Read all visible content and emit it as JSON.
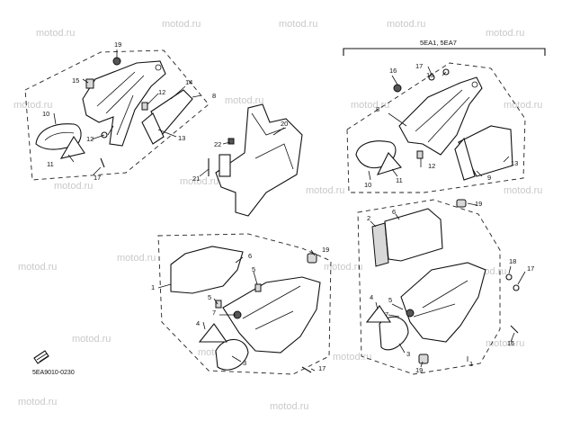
{
  "watermark": "motod.ru",
  "variant_label": "5EA1, 5EA7",
  "figure_code": "5EA9010-0230",
  "callouts": {
    "c19_top": "19",
    "c15": "15",
    "c14": "14",
    "c8_left": "8",
    "c12_a": "12",
    "c10_left": "10",
    "c12_b": "12",
    "c13_left": "13",
    "c11_left": "11",
    "c17_left": "17",
    "c20": "20",
    "c22": "22",
    "c21": "21",
    "c16_top": "16",
    "c17_top": "17",
    "c18_top": "18",
    "c8_right": "8",
    "c10_right": "10",
    "c11_right": "11",
    "c12_right": "12",
    "c13_right": "13",
    "c9": "9",
    "c19_right": "19",
    "c2": "2",
    "c6_right": "6",
    "c18_right": "18",
    "c17_right": "17",
    "c4_right": "4",
    "c5_right": "5",
    "c7_right": "7",
    "c3_right": "3",
    "c16_right": "16",
    "c19_bottom": "19",
    "c1_right": "1",
    "c19_mid": "19",
    "c6_mid": "6",
    "c1_mid": "1",
    "c5_mid_a": "5",
    "c5_mid_b": "5",
    "c7_mid": "7",
    "c4_mid": "4",
    "c3_mid": "3",
    "c17_mid": "17"
  }
}
